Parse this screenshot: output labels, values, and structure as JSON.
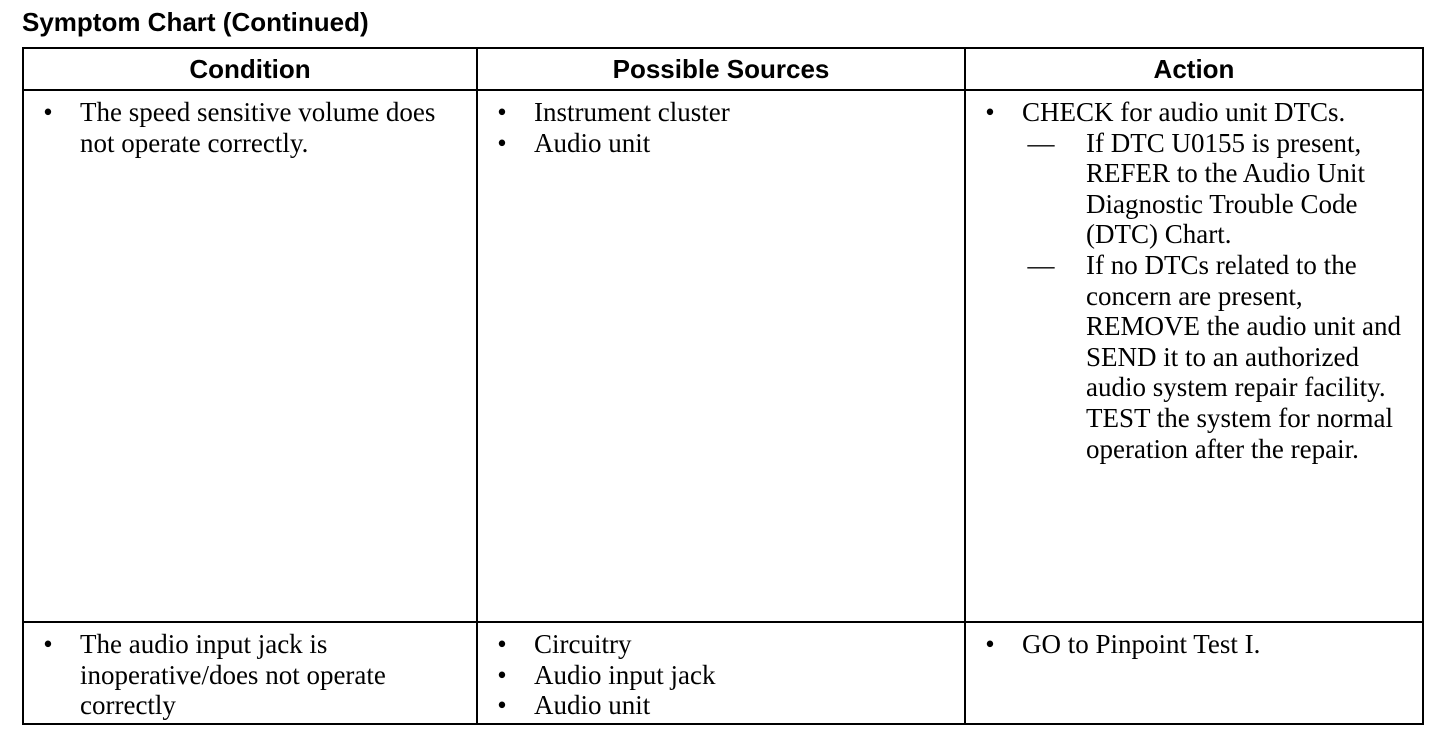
{
  "page": {
    "title": "Symptom Chart (Continued)"
  },
  "table": {
    "headers": [
      "Condition",
      "Possible Sources",
      "Action"
    ],
    "rows": [
      {
        "condition": [
          "The speed sensitive volume does not operate correctly."
        ],
        "sources": [
          "Instrument cluster",
          "Audio unit"
        ],
        "actions": [
          {
            "text": "CHECK for audio unit DTCs.",
            "subitems": [
              "If DTC U0155 is present, REFER to the Audio Unit Diagnostic Trouble Code (DTC) Chart.",
              "If no DTCs related to the concern are present, REMOVE the audio unit and SEND it to an authorized audio system repair facility. TEST the system for normal operation after the repair."
            ]
          }
        ]
      },
      {
        "condition": [
          "The audio input jack is inoperative/does not operate correctly"
        ],
        "sources": [
          "Circuitry",
          "Audio input jack",
          "Audio unit"
        ],
        "actions": [
          {
            "text": "GO to Pinpoint Test I.",
            "subitems": []
          }
        ]
      }
    ]
  },
  "glyphs": {
    "bullet": "•",
    "dash": "—"
  }
}
